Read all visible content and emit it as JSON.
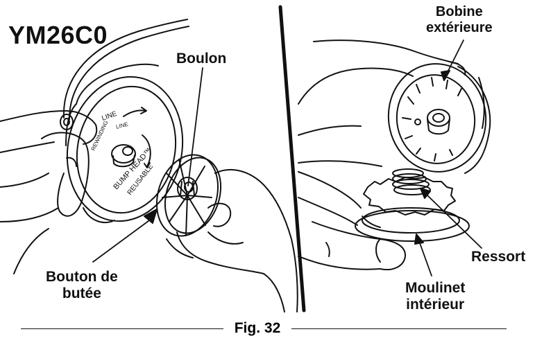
{
  "diagram": {
    "model": "YM26C0",
    "labels": {
      "boulon": "Boulon",
      "bouton_line1": "Bouton de",
      "bouton_line2": "butée",
      "bobine_line1": "Bobine",
      "bobine_line2": "extérieure",
      "ressort": "Ressort",
      "moulinet_line1": "Moulinet",
      "moulinet_line2": "intérieur"
    },
    "spool_text": {
      "line_top": "LINE",
      "line_small": "LINE",
      "rewinding": "REWINDING",
      "bump_head": "BUMP HEAD™",
      "reusable": "REUSABLE"
    },
    "caption": "Fig. 32"
  }
}
